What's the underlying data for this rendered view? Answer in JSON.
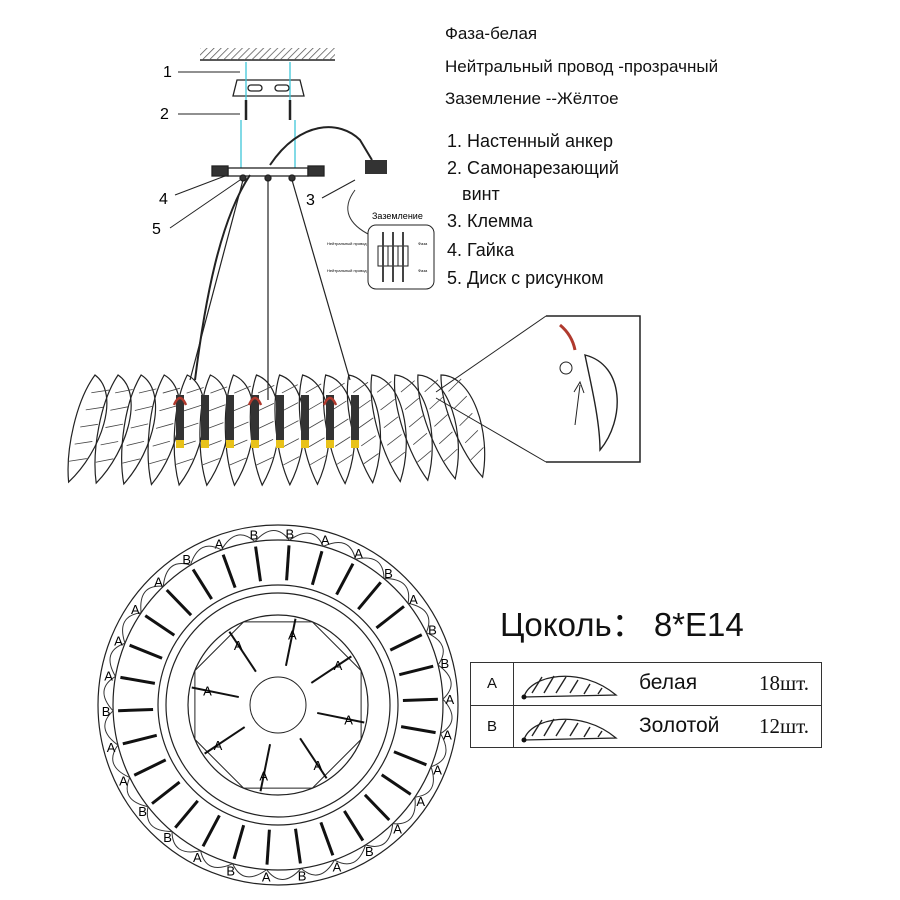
{
  "wiring_legend": [
    "Фаза-белая",
    "Нейтральный провод -прозрачный",
    "Заземление --Жёлтое"
  ],
  "parts_list": [
    "1. Настенный анкер",
    "2. Самонарезающий",
    "винт",
    "3. Клемма",
    "4. Гайка",
    "5. Диск с рисунком"
  ],
  "callout_numbers": [
    "1",
    "2",
    "3",
    "4",
    "5"
  ],
  "terminal_block": {
    "ground_label": "Заземление",
    "neutral_label": "Нейтральный провод",
    "phase_label": "Фаза"
  },
  "base": {
    "title": "Цоколь： 8*E14"
  },
  "leaf_table": [
    {
      "letter": "A",
      "color": "белая",
      "qty": "18шт."
    },
    {
      "letter": "B",
      "color": "Золотой",
      "qty": "12шт."
    }
  ],
  "layout_diagram": {
    "outer_labels": [
      "A",
      "B",
      "B",
      "A",
      "A",
      "B",
      "A",
      "B",
      "B",
      "A",
      "A",
      "A",
      "A",
      "A",
      "B",
      "A",
      "B",
      "A",
      "B",
      "A",
      "B",
      "B",
      "A",
      "A",
      "B",
      "A",
      "A",
      "A",
      "A",
      "B"
    ],
    "inner_labels": [
      "A",
      "A",
      "A",
      "A",
      "A",
      "A",
      "A",
      "A"
    ]
  },
  "colors": {
    "line": "#222222",
    "wire_red": "#b03a2e",
    "socket_yellow": "#e8c21a",
    "guide_cyan": "#3fc6d8"
  }
}
